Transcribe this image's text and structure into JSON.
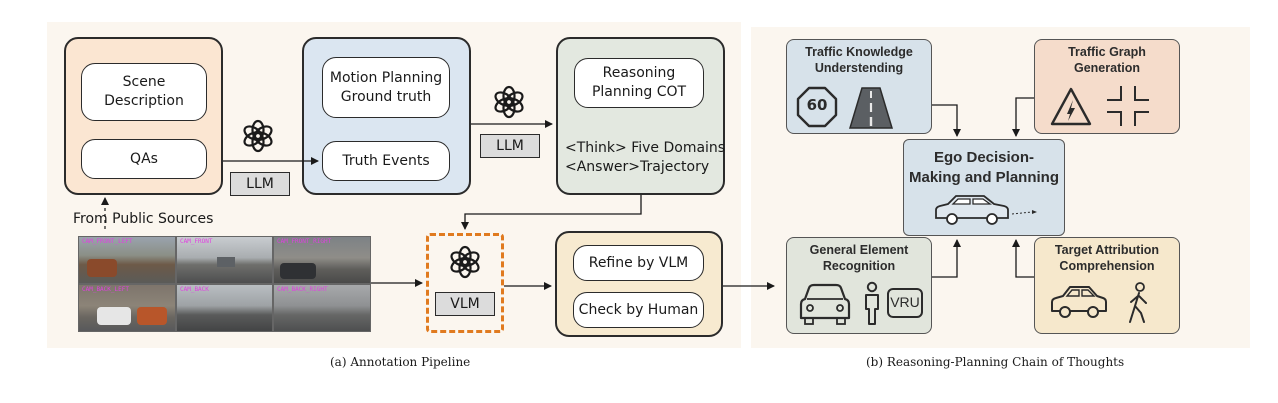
{
  "left_panel": {
    "sources_box": {
      "scene_description": "Scene\nDescription",
      "qas": "QAs"
    },
    "llm_label_1": "LLM",
    "ground_truth_box": {
      "motion_planning": "Motion Planning\nGround truth",
      "truth_events": "Truth Events"
    },
    "llm_label_2": "LLM",
    "cot_box": {
      "reasoning": "Reasoning\nPlanning COT",
      "think": "<Think> Five Domains",
      "answer": "<Answer>Trajectory"
    },
    "from_public_sources": "From Public Sources",
    "camera_labels": [
      "CAM_FRONT_LEFT",
      "CAM_FRONT",
      "CAM_FRONT_RIGHT",
      "CAM_BACK_LEFT",
      "CAM_BACK",
      "CAM_BACK_RIGHT"
    ],
    "vlm_label": "VLM",
    "refine_box": {
      "refine": "Refine by VLM",
      "check": "Check by Human"
    },
    "caption": "(a) Annotation Pipeline"
  },
  "right_panel": {
    "traffic_knowledge": "Traffic Knowledge\nUnderstending",
    "speed_sign": "60",
    "traffic_graph": "Traffic Graph\nGeneration",
    "ego": "Ego Decision-\nMaking and Planning",
    "general_element": "General Element\nRecognition",
    "vru": "VRU",
    "target_attribution": "Target Attribution\nComprehension",
    "caption": "(b) Reasoning-Planning Chain of Thoughts"
  },
  "icons": [
    "openai-logo-icon",
    "speed-limit-sign-icon",
    "road-icon",
    "warning-sign-icon",
    "intersection-icon",
    "car-icon",
    "pedestrian-icon",
    "vru-icon",
    "walking-person-icon"
  ],
  "colors": {
    "panel_bg": "#fbf6ef",
    "orange_box": "#fbe6d2",
    "blue_box": "#dbe6f1",
    "gray_green_box": "#e3e8e0",
    "yellow_box": "#f7ead0",
    "right_blue": "#d7e2ea",
    "right_orange": "#f5dccb",
    "right_gray": "#e1e5dc",
    "right_yellow": "#f6e8cc",
    "dashed_orange": "#e07a1f"
  }
}
